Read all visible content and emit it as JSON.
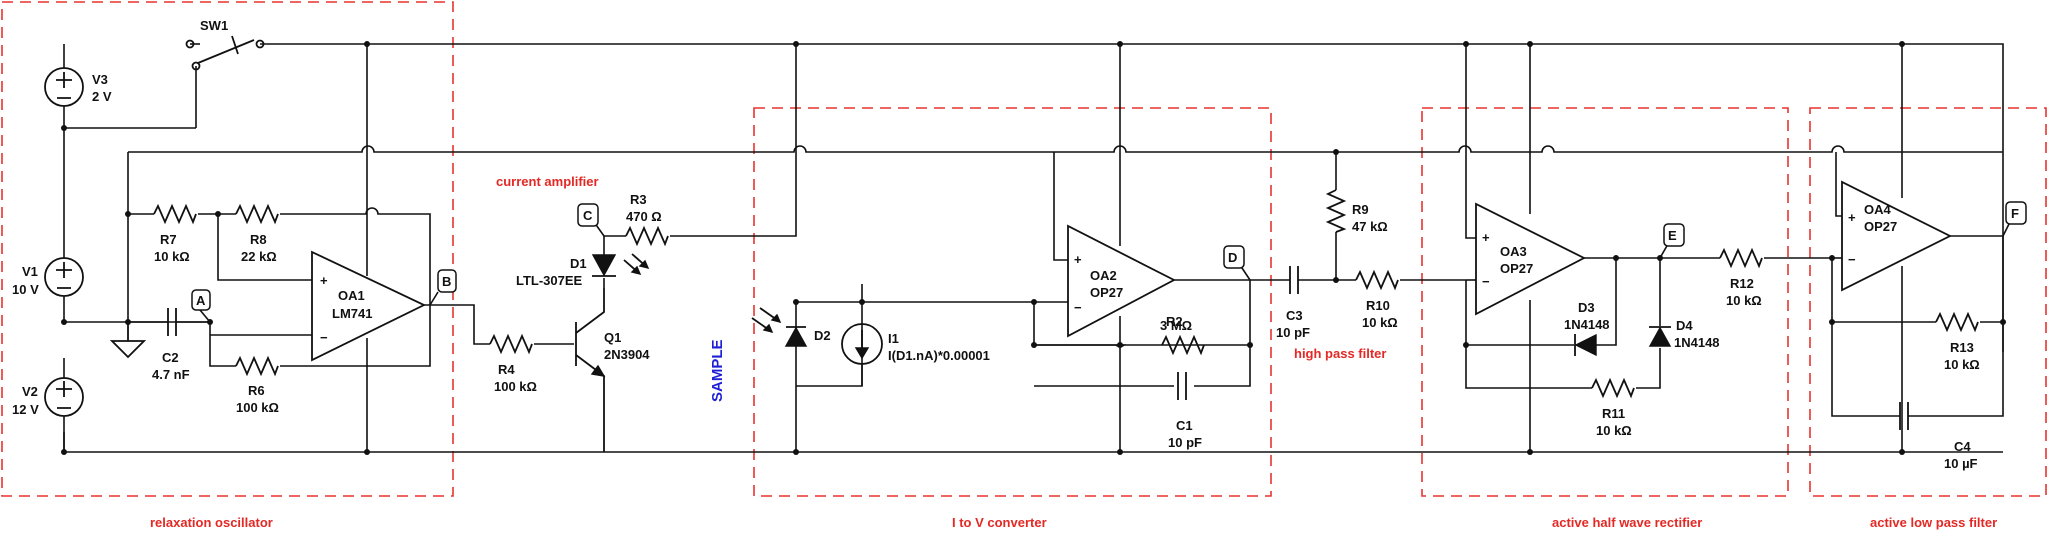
{
  "sections": {
    "relaxation_oscillator": "relaxation oscillator",
    "current_amplifier": "current amplifier",
    "i_to_v": "I to V converter",
    "high_pass": "high pass filter",
    "rectifier": "active half wave rectifier",
    "low_pass": "active low pass filter"
  },
  "sample": "SAMPLE",
  "testpoints": {
    "a": "A",
    "b": "B",
    "c": "C",
    "d": "D",
    "e": "E",
    "f": "F"
  },
  "components": {
    "sw1": {
      "ref": "SW1"
    },
    "v3": {
      "ref": "V3",
      "value": "2 V"
    },
    "v1": {
      "ref": "V1",
      "value": "10 V"
    },
    "v2": {
      "ref": "V2",
      "value": "12 V"
    },
    "r7": {
      "ref": "R7",
      "value": "10 kΩ"
    },
    "r8": {
      "ref": "R8",
      "value": "22 kΩ"
    },
    "r6": {
      "ref": "R6",
      "value": "100 kΩ"
    },
    "c2": {
      "ref": "C2",
      "value": "4.7 nF"
    },
    "oa1": {
      "ref": "OA1",
      "value": "LM741"
    },
    "r3": {
      "ref": "R3",
      "value": "470 Ω"
    },
    "d1": {
      "ref": "D1",
      "value": "LTL-307EE"
    },
    "r4": {
      "ref": "R4",
      "value": "100 kΩ"
    },
    "q1": {
      "ref": "Q1",
      "value": "2N3904"
    },
    "d2": {
      "ref": "D2"
    },
    "i1": {
      "ref": "I1",
      "value": "I(D1.nA)*0.00001"
    },
    "oa2": {
      "ref": "OA2",
      "value": "OP27"
    },
    "r2": {
      "ref": "R2",
      "value": "3 MΩ"
    },
    "c1": {
      "ref": "C1",
      "value": "10 pF"
    },
    "c3": {
      "ref": "C3",
      "value": "10 pF"
    },
    "r9": {
      "ref": "R9",
      "value": "47 kΩ"
    },
    "r10": {
      "ref": "R10",
      "value": "10 kΩ"
    },
    "oa3": {
      "ref": "OA3",
      "value": "OP27"
    },
    "d3": {
      "ref": "D3",
      "value": "1N4148"
    },
    "d4": {
      "ref": "D4",
      "value": "1N4148"
    },
    "r11": {
      "ref": "R11",
      "value": "10 kΩ"
    },
    "r12": {
      "ref": "R12",
      "value": "10 kΩ"
    },
    "oa4": {
      "ref": "OA4",
      "value": "OP27"
    },
    "r13": {
      "ref": "R13",
      "value": "10 kΩ"
    },
    "c4": {
      "ref": "C4",
      "value": "10 µF"
    }
  }
}
